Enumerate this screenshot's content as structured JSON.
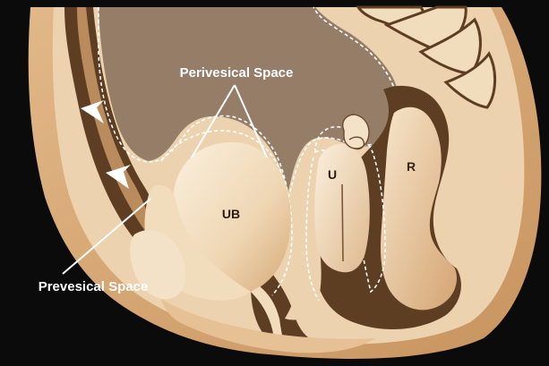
{
  "labels": {
    "perivesical_space": "Perivesical Space",
    "prevesical_space": "Prevesical Space",
    "bladder": "UB",
    "uterus": "U",
    "rectum": "R"
  },
  "markers": {
    "arrowheads": [
      "arrowhead-icon",
      "arrowhead-icon"
    ]
  },
  "colors": {
    "background": "#0b0b0b",
    "skin_outer": "#d3a472",
    "skin_light": "#ecd2ae",
    "peritoneal_cavity": "#957d68",
    "dark_fascia": "#5e3e22",
    "organ_light": "#f5e4cc",
    "label_text": "#ffffff",
    "dashed_line": "#ffffff"
  }
}
